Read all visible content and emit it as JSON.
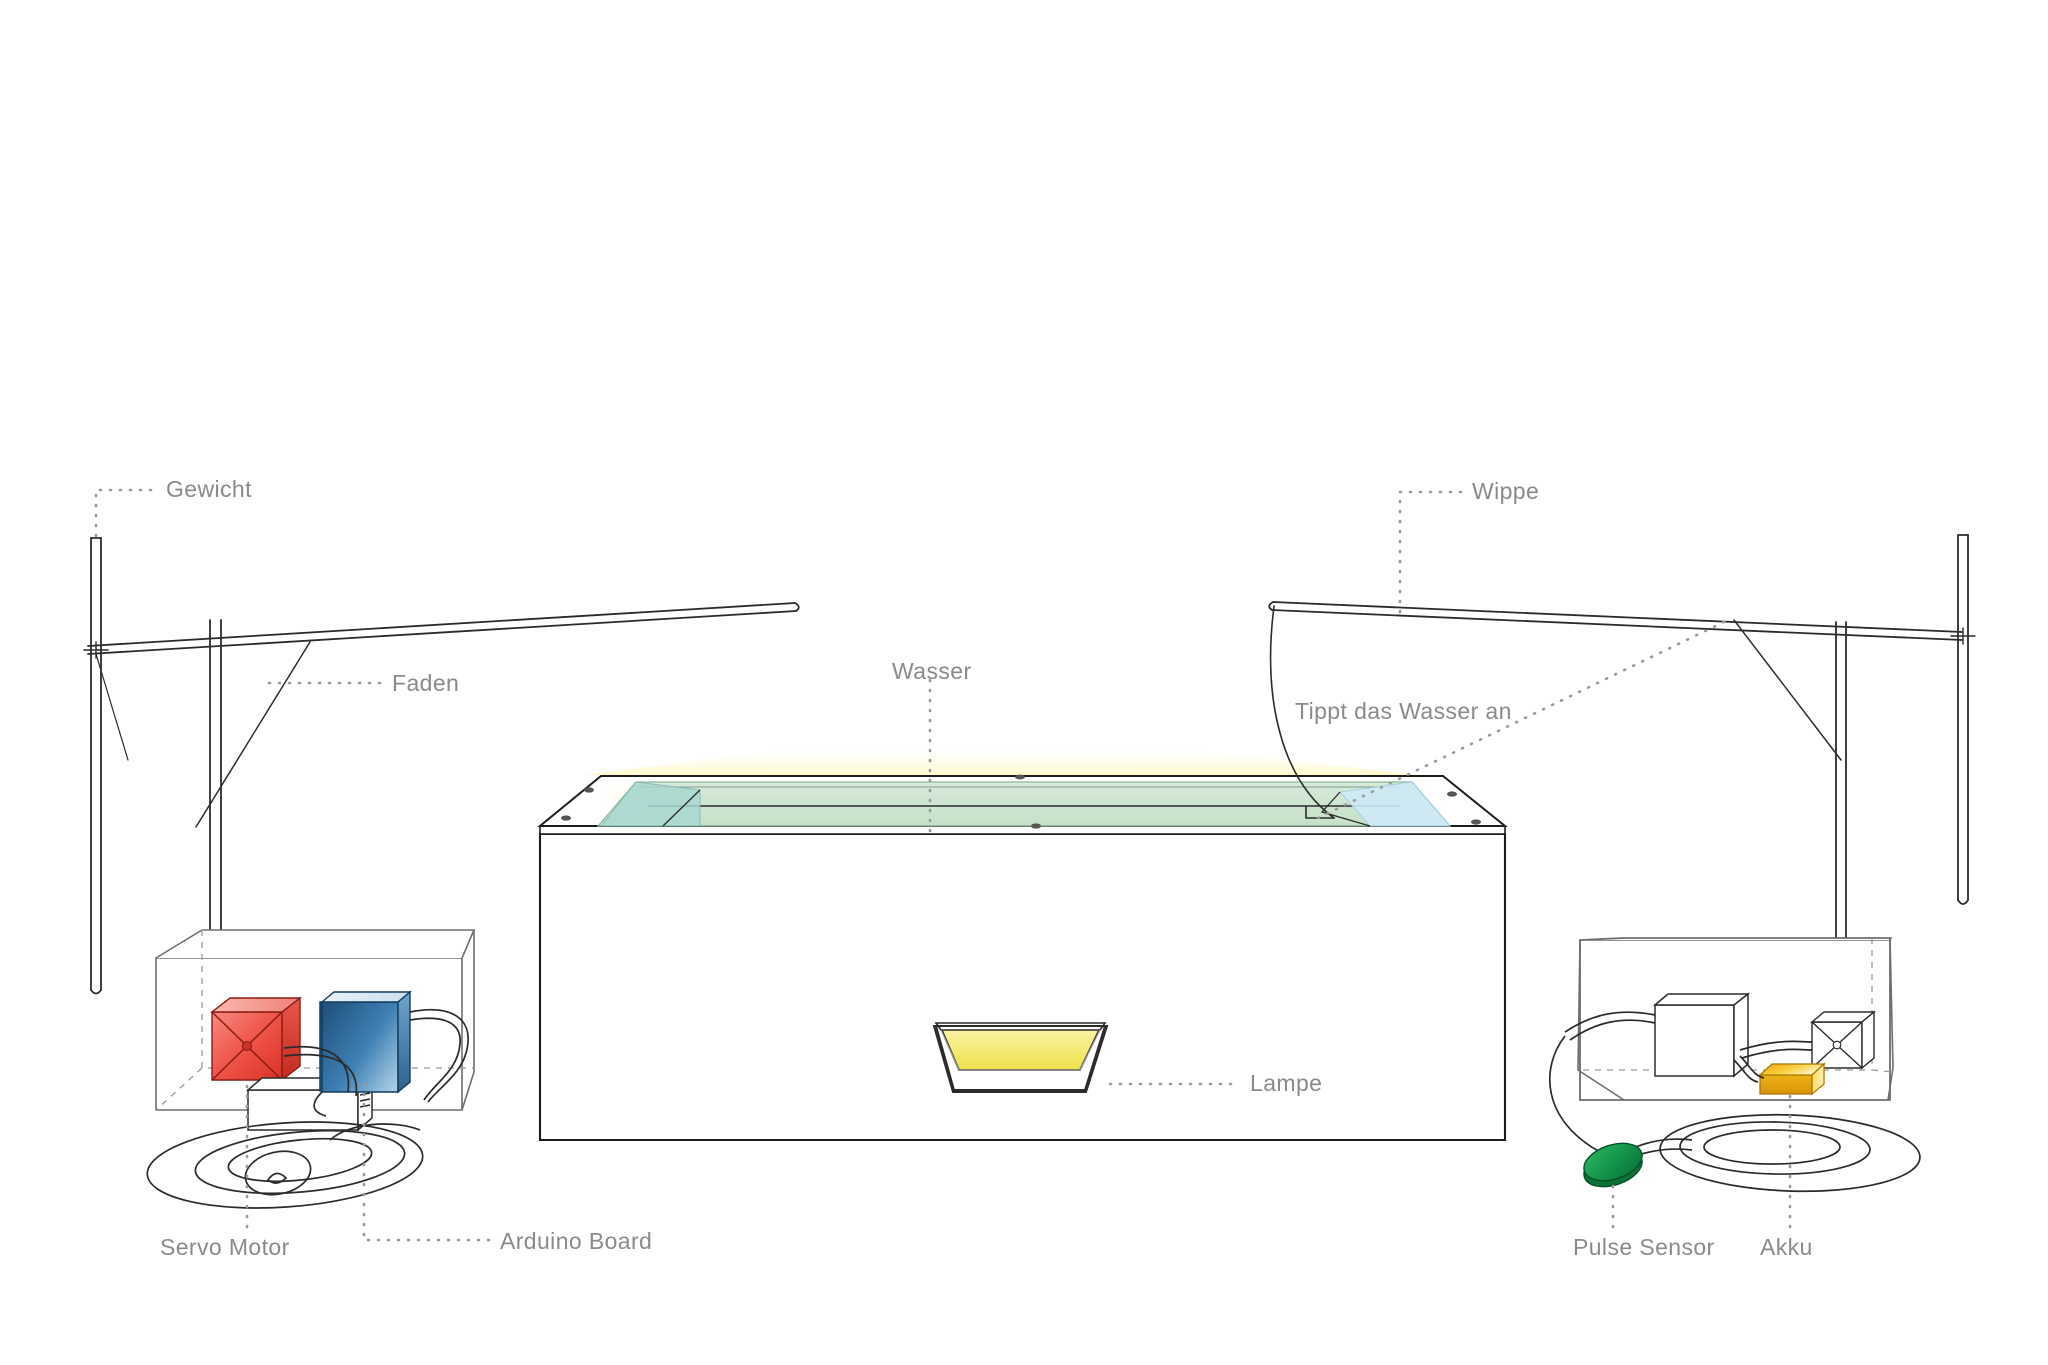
{
  "diagram": {
    "title": "Wasser-Installation Aufbau",
    "language": "de",
    "background_color": "#ffffff",
    "label_color": "#8a8a8a",
    "line_color": "#222222",
    "leader_line_style": "dotted"
  },
  "labels": {
    "gewicht": "Gewicht",
    "faden": "Faden",
    "servo_motor": "Servo Motor",
    "arduino_board": "Arduino Board",
    "wasser": "Wasser",
    "lampe": "Lampe",
    "wippe": "Wippe",
    "tippt_das_wasser_an": "Tippt das Wasser an",
    "pulse_sensor": "Pulse Sensor",
    "akku": "Akku"
  },
  "components": {
    "left_box": {
      "name": "Gehäuse links",
      "parts": [
        {
          "name": "Servo Motor",
          "color": "#e8463c",
          "shape": "cube"
        },
        {
          "name": "Arduino Board",
          "color": "#2f6ea5",
          "shape": "box"
        },
        {
          "name": "Steuermodul",
          "color": "#ffffff",
          "shape": "box"
        }
      ]
    },
    "right_box": {
      "name": "Gehäuse rechts",
      "parts": [
        {
          "name": "Servo Motor",
          "color": "#ffffff",
          "shape": "cube"
        },
        {
          "name": "Arduino Board",
          "color": "#ffffff",
          "shape": "box"
        },
        {
          "name": "Akku",
          "color": "#f5c518",
          "shape": "box"
        }
      ]
    },
    "pulse_sensor": {
      "color": "#1a9a4b",
      "shape": "ellipse"
    },
    "tank": {
      "name": "Wasserbecken",
      "water_color": "#b9e3d2",
      "water_surface_color": "#cfe7d4",
      "highlight_color": "#cfe9f5"
    },
    "lamp": {
      "name": "Lampe",
      "beam_color_top": "#fdfbe4",
      "beam_color_bottom": "#f5e216",
      "face_color": "#f2e76b"
    }
  },
  "colors": {
    "accent_red": "#e8463c",
    "accent_blue": "#2f6ea5",
    "accent_green": "#1a9a4b",
    "accent_yellow": "#f5c518",
    "beam_yellow": "#f5e216",
    "water_green": "#bcdcc8",
    "water_cyan": "#a9d8d0",
    "stroke": "#1c1c1c",
    "label": "#8a8a8a"
  }
}
